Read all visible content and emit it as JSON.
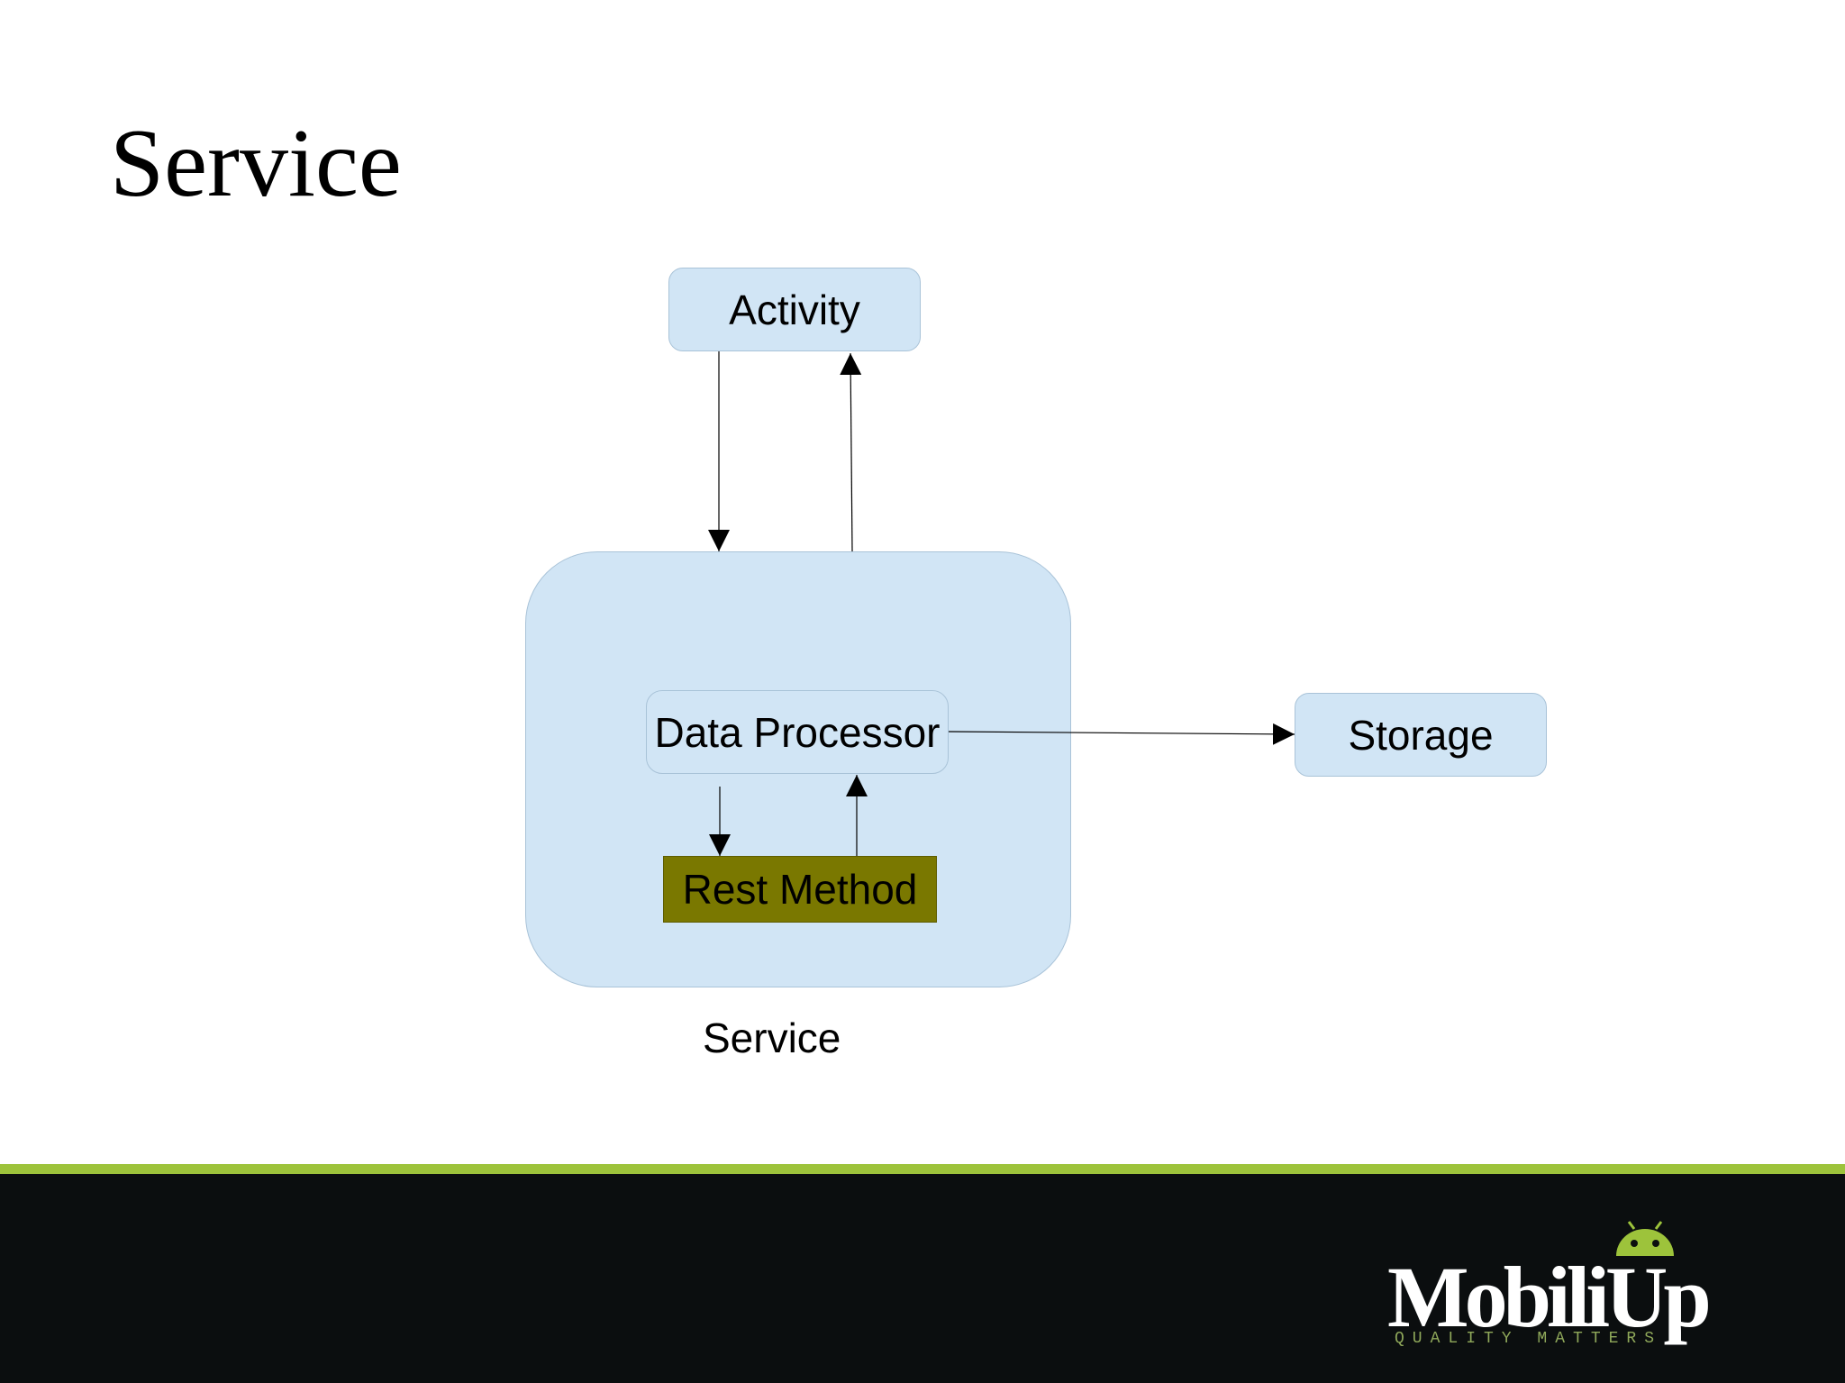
{
  "slide": {
    "title": "Service"
  },
  "diagram": {
    "nodes": {
      "activity": "Activity",
      "data_processor": "Data Processor",
      "storage": "Storage",
      "rest_method": "Rest Method",
      "service_caption": "Service"
    },
    "edges": [
      {
        "from": "activity",
        "to": "service"
      },
      {
        "from": "service",
        "to": "activity"
      },
      {
        "from": "data_processor",
        "to": "storage"
      },
      {
        "from": "data_processor",
        "to": "rest_method"
      },
      {
        "from": "rest_method",
        "to": "data_processor"
      }
    ],
    "colors": {
      "node_fill": "#d1e5f5",
      "rest_fill": "#7a7800"
    }
  },
  "footer": {
    "logo_text": "MobiliUp",
    "tagline": "QUALITY MATTERS",
    "logo_icon": "android-icon",
    "stripe_color": "#9dc33b",
    "bar_color": "#0b0e0f"
  }
}
